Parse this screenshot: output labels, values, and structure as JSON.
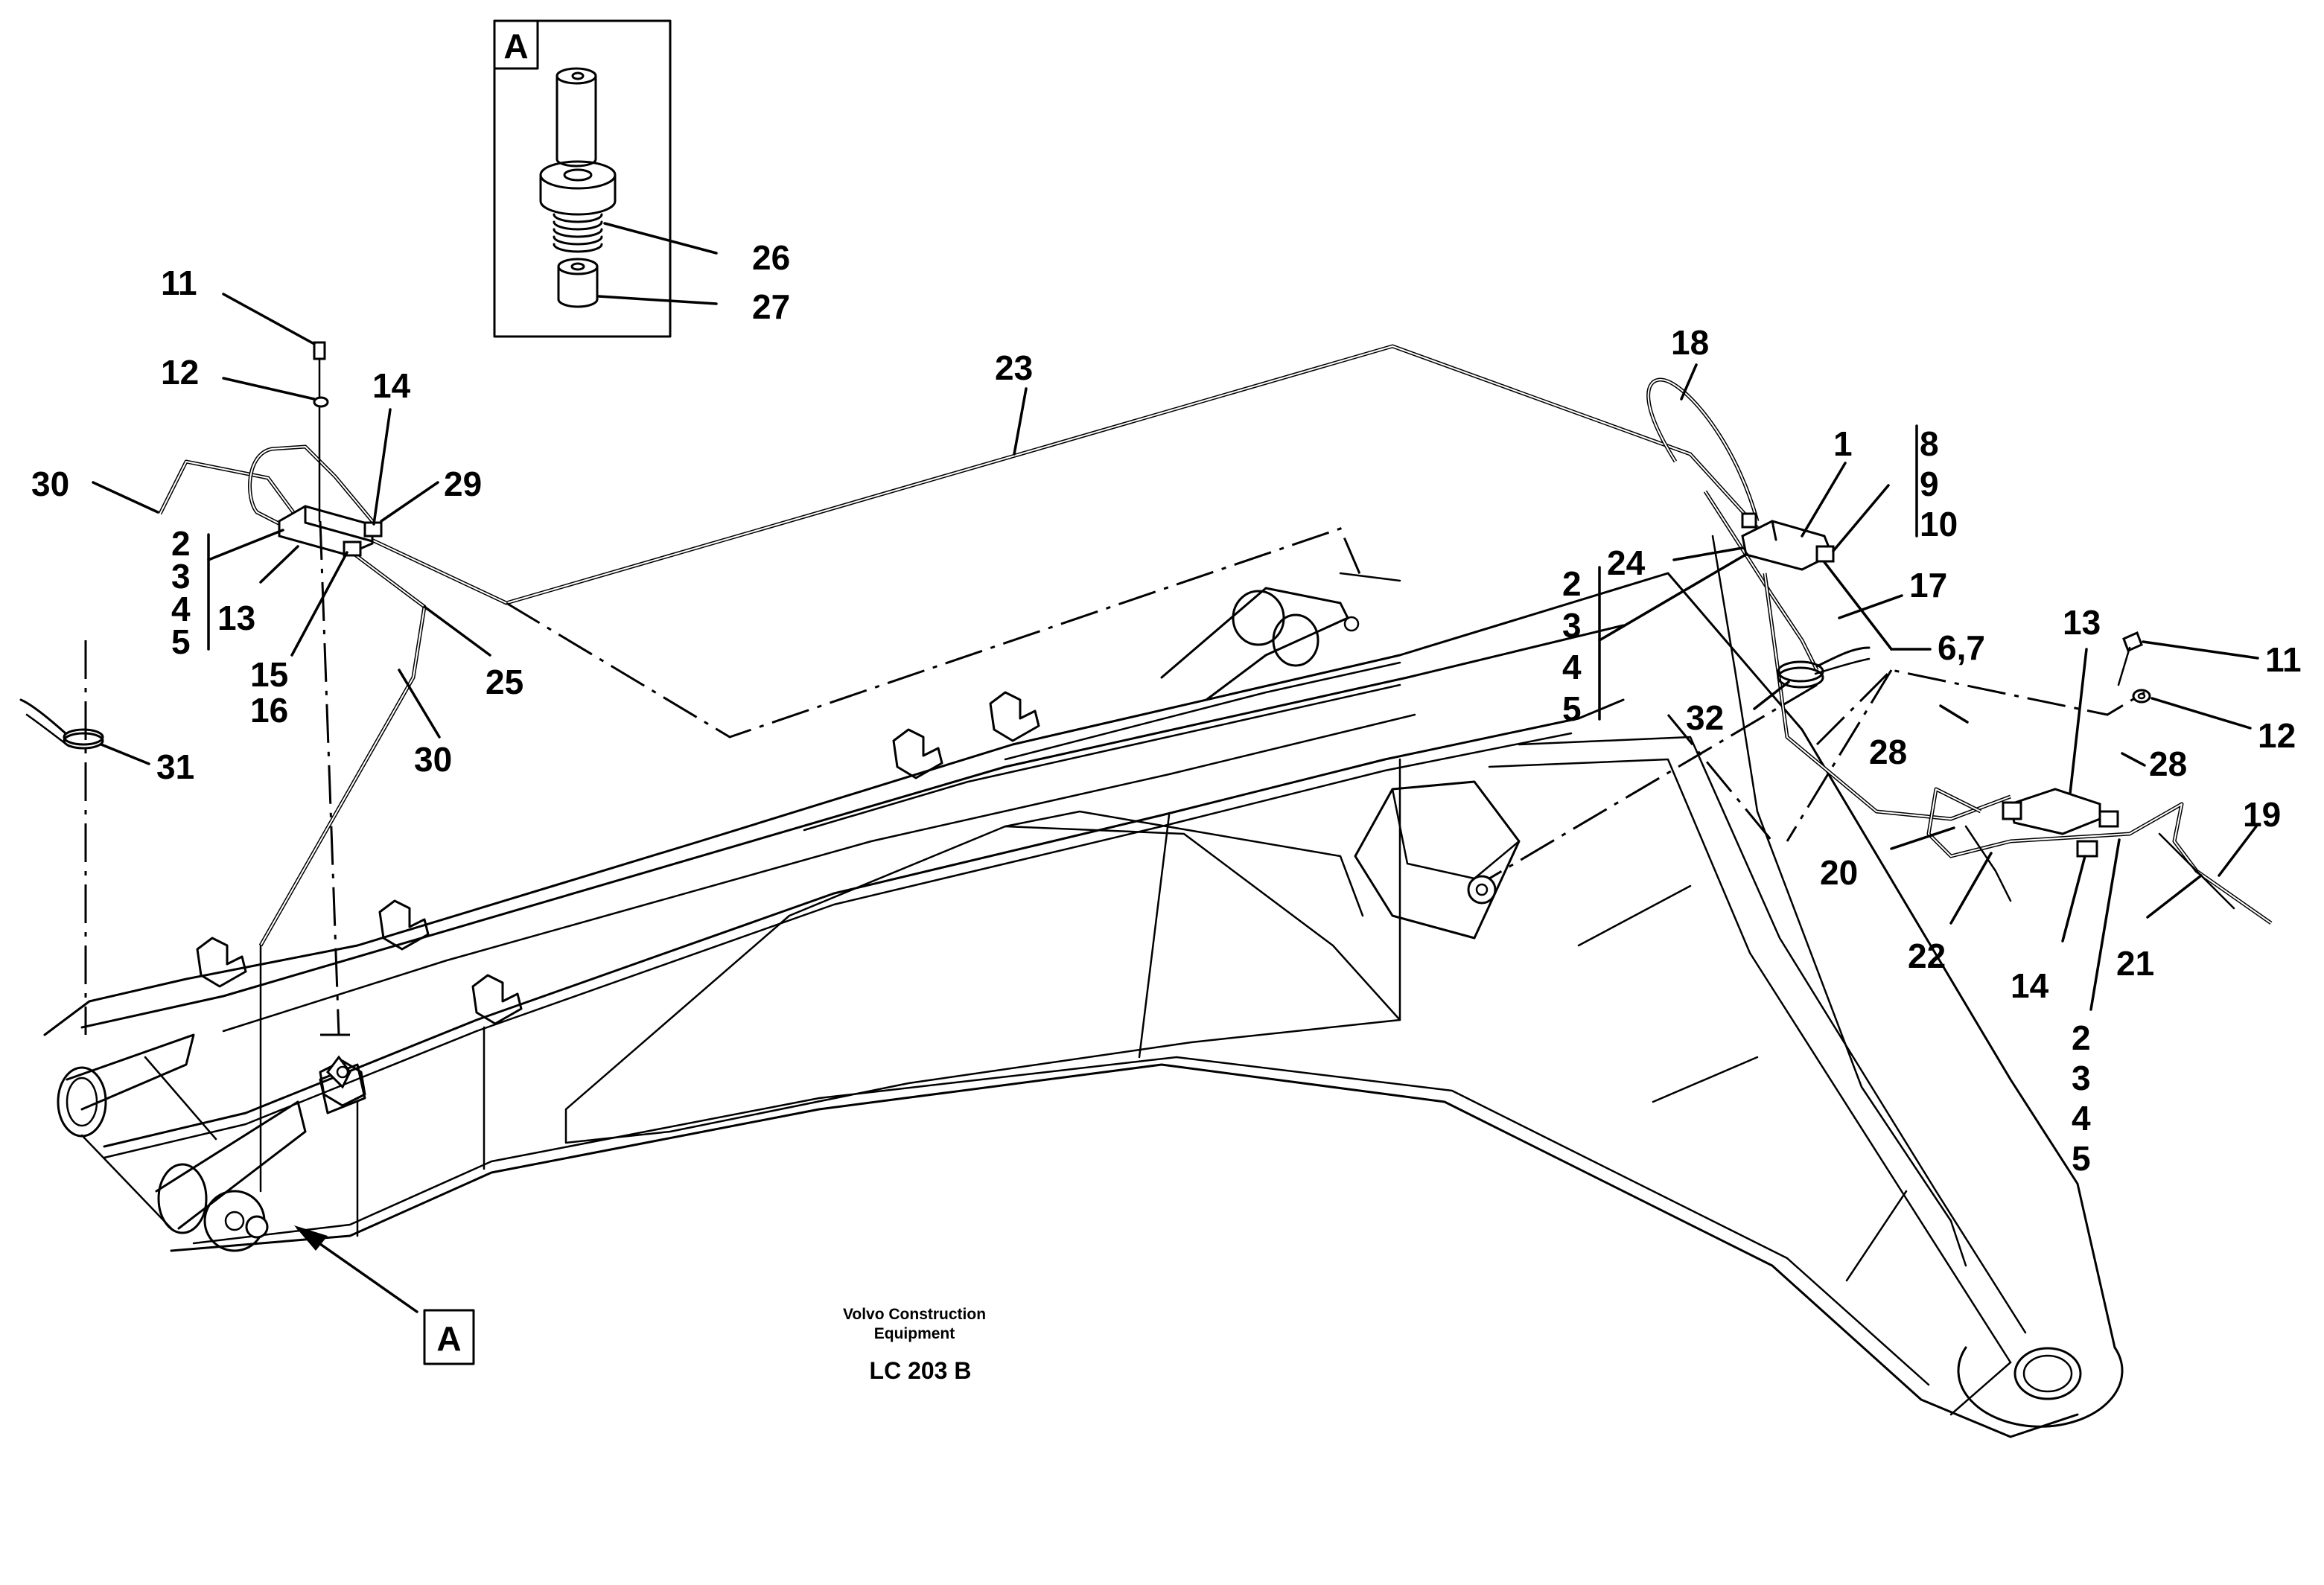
{
  "title_block": {
    "company_line1": "Volvo Construction",
    "company_line2": "Equipment",
    "code": "LC 203 B"
  },
  "detail": {
    "view_label": "A"
  },
  "callouts": [
    {
      "id": "c-26",
      "text": "26"
    },
    {
      "id": "c-27",
      "text": "27"
    },
    {
      "id": "c-11a",
      "text": "11"
    },
    {
      "id": "c-12a",
      "text": "12"
    },
    {
      "id": "c-14a",
      "text": "14"
    },
    {
      "id": "c-29",
      "text": "29"
    },
    {
      "id": "c-30a",
      "text": "30"
    },
    {
      "id": "c-2a",
      "text": "2"
    },
    {
      "id": "c-3a",
      "text": "3"
    },
    {
      "id": "c-4a",
      "text": "4"
    },
    {
      "id": "c-5a",
      "text": "5"
    },
    {
      "id": "c-13a",
      "text": "13"
    },
    {
      "id": "c-15",
      "text": "15"
    },
    {
      "id": "c-16",
      "text": "16"
    },
    {
      "id": "c-25",
      "text": "25"
    },
    {
      "id": "c-30b",
      "text": "30"
    },
    {
      "id": "c-31",
      "text": "31"
    },
    {
      "id": "c-23",
      "text": "23"
    },
    {
      "id": "c-18",
      "text": "18"
    },
    {
      "id": "c-1",
      "text": "1"
    },
    {
      "id": "c-8",
      "text": "8"
    },
    {
      "id": "c-9",
      "text": "9"
    },
    {
      "id": "c-10",
      "text": "10"
    },
    {
      "id": "c-24",
      "text": "24"
    },
    {
      "id": "c-17",
      "text": "17"
    },
    {
      "id": "c-2b",
      "text": "2"
    },
    {
      "id": "c-3b",
      "text": "3"
    },
    {
      "id": "c-4b",
      "text": "4"
    },
    {
      "id": "c-5b",
      "text": "5"
    },
    {
      "id": "c-67",
      "text": "6,7"
    },
    {
      "id": "c-32",
      "text": "32"
    },
    {
      "id": "c-13b",
      "text": "13"
    },
    {
      "id": "c-11b",
      "text": "11"
    },
    {
      "id": "c-12b",
      "text": "12"
    },
    {
      "id": "c-28a",
      "text": "28"
    },
    {
      "id": "c-28b",
      "text": "28"
    },
    {
      "id": "c-19",
      "text": "19"
    },
    {
      "id": "c-20",
      "text": "20"
    },
    {
      "id": "c-22",
      "text": "22"
    },
    {
      "id": "c-14b",
      "text": "14"
    },
    {
      "id": "c-21",
      "text": "21"
    },
    {
      "id": "c-2c",
      "text": "2"
    },
    {
      "id": "c-3c",
      "text": "3"
    },
    {
      "id": "c-4c",
      "text": "4"
    },
    {
      "id": "c-5c",
      "text": "5"
    }
  ],
  "view_markers": [
    {
      "id": "m-detail",
      "text": "A"
    },
    {
      "id": "m-boom",
      "text": "A"
    }
  ]
}
